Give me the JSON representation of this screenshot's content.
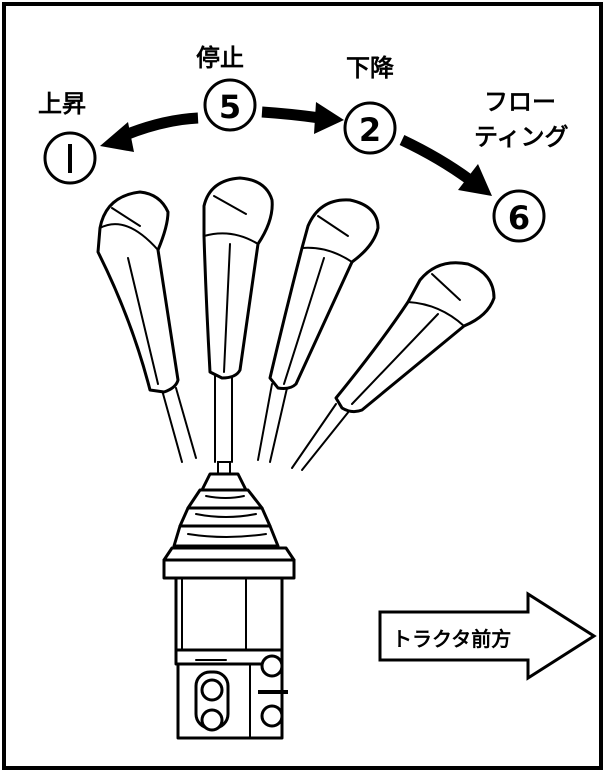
{
  "labels": {
    "raise": "上昇",
    "stop": "停止",
    "lower": "下降",
    "floating_line1": "フロー",
    "floating_line2": "ティング",
    "tractor_forward": "トラクタ前方"
  },
  "positions": {
    "raise_num": "①",
    "stop_num": "⑤",
    "lower_num": "②",
    "floating_num": "⑥"
  },
  "colors": {
    "ink": "#000000",
    "paper": "#ffffff"
  }
}
